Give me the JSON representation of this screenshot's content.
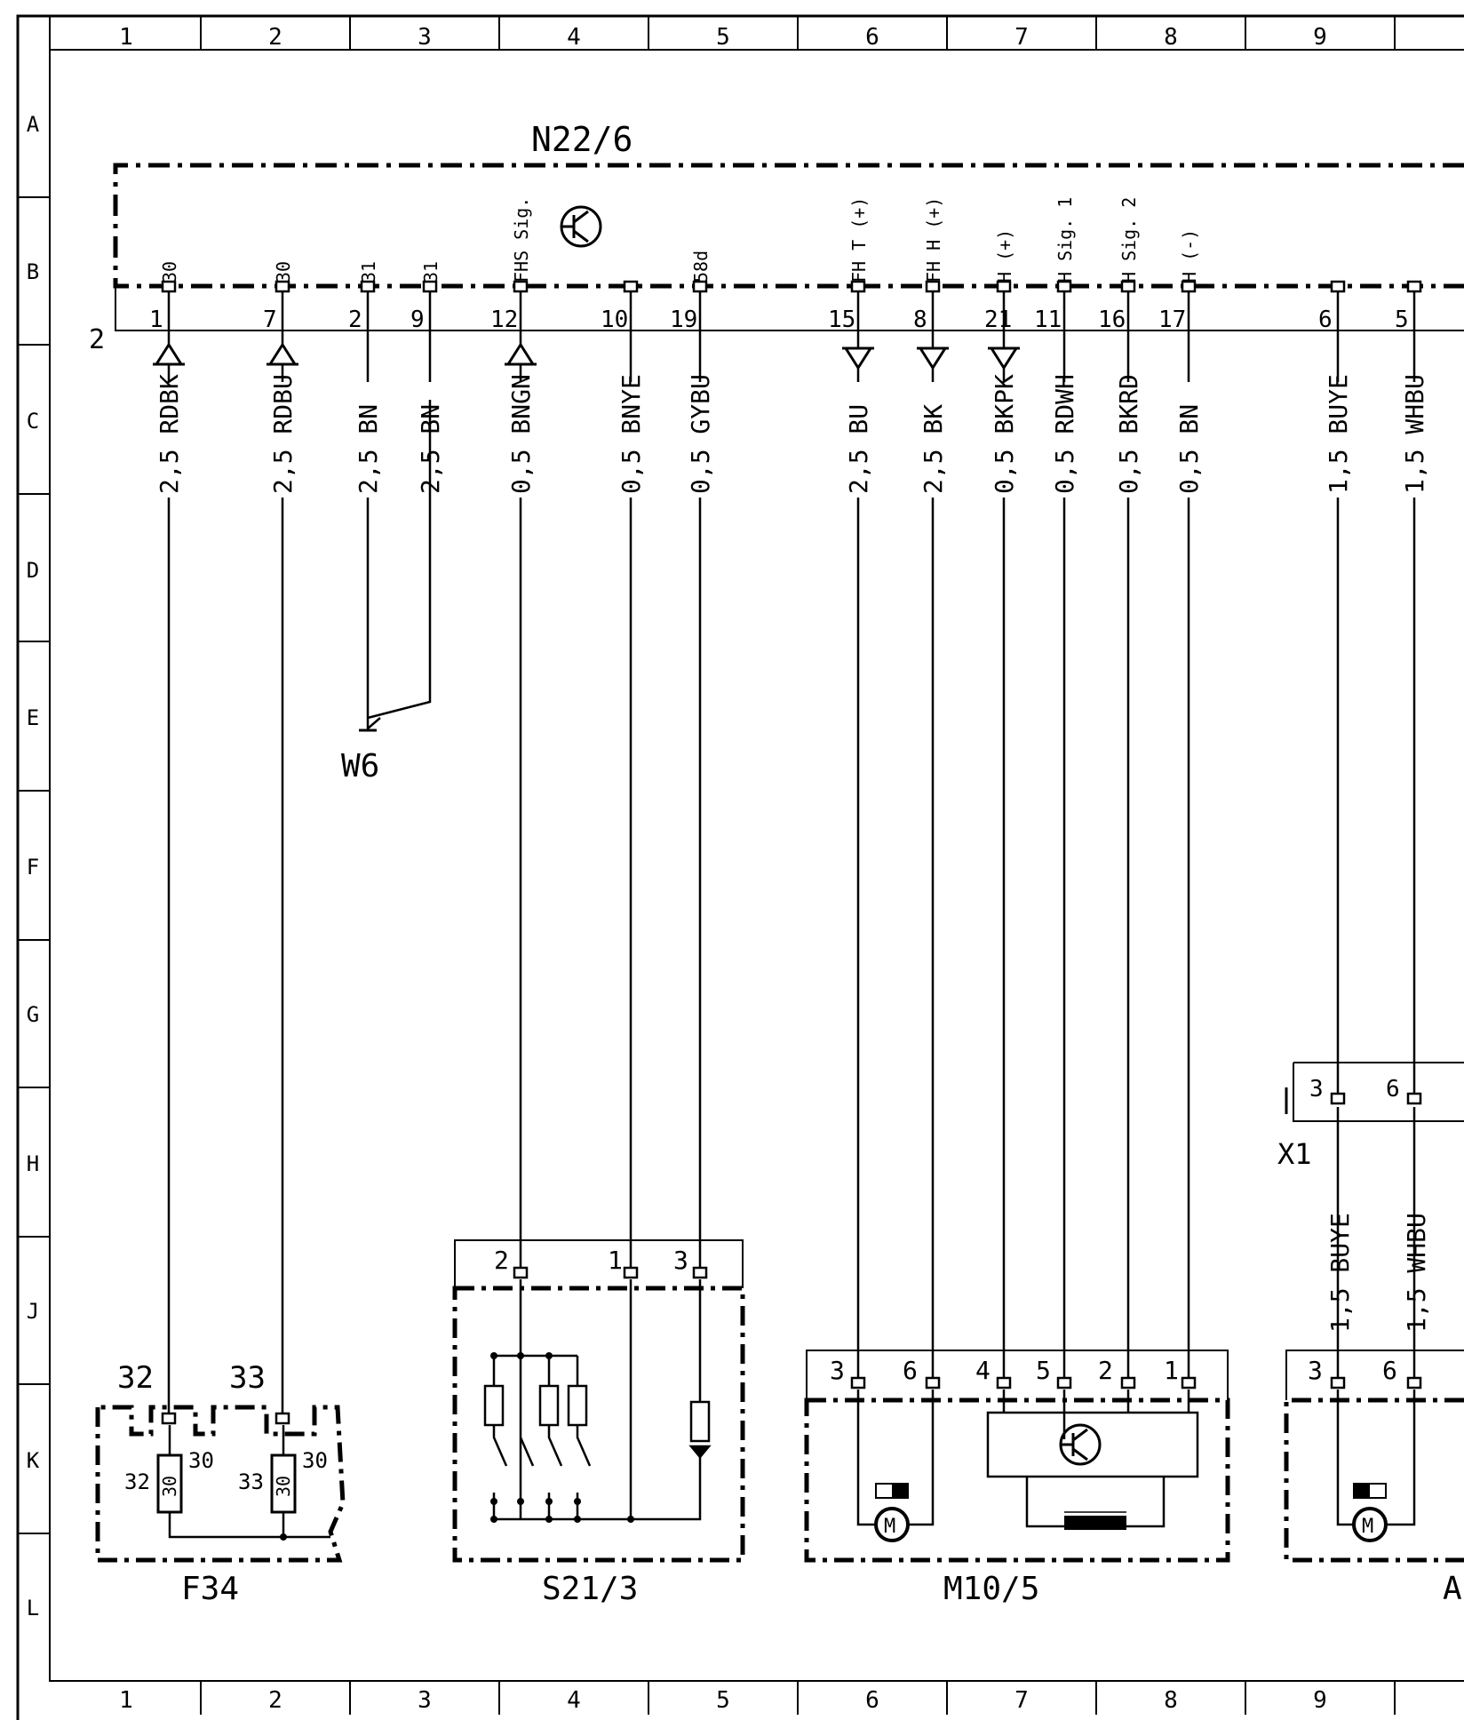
{
  "grid": {
    "columns": [
      "1",
      "2",
      "3",
      "4",
      "5",
      "6",
      "7",
      "8",
      "9"
    ],
    "rows": [
      "A",
      "B",
      "C",
      "D",
      "E",
      "F",
      "G",
      "H",
      "J",
      "K",
      "L"
    ]
  },
  "control_unit": {
    "label": "N22/6",
    "connector": "2",
    "transistor_label": "FHS Sig."
  },
  "pins": [
    {
      "num": "1",
      "sig": "30",
      "wire": "2,5 RDBK"
    },
    {
      "num": "7",
      "sig": "30",
      "wire": "2,5 RDBU"
    },
    {
      "num": "2",
      "sig": "31",
      "wire": "2,5 BN"
    },
    {
      "num": "9",
      "sig": "31",
      "wire": "2,5 BN"
    },
    {
      "num": "12",
      "sig": "FHS Sig.",
      "wire": "0,5 BNGN"
    },
    {
      "num": "10",
      "sig": "",
      "wire": "0,5 BNYE"
    },
    {
      "num": "19",
      "sig": "58d",
      "wire": "0,5 GYBU"
    },
    {
      "num": "15",
      "sig": "FH T (+)",
      "wire": "2,5 BU"
    },
    {
      "num": "8",
      "sig": "FH H (+)",
      "wire": "2,5 BK"
    },
    {
      "num": "21",
      "sig": "H (+)",
      "wire": "0,5 BKPK"
    },
    {
      "num": "11",
      "sig": "H Sig. 1",
      "wire": "0,5 RDWH"
    },
    {
      "num": "16",
      "sig": "H Sig. 2",
      "wire": "0,5 BKRD"
    },
    {
      "num": "17",
      "sig": "H (-)",
      "wire": "0,5 BN"
    },
    {
      "num": "6",
      "sig": "",
      "wire": "1,5 BUYE"
    },
    {
      "num": "5",
      "sig": "",
      "wire": "1,5 WHBU"
    }
  ],
  "ground": {
    "label": "W6"
  },
  "connector_x1": {
    "label": "X1",
    "pins": [
      "3",
      "6"
    ],
    "wires": [
      "1,5 BUYE",
      "1,5 WHBU"
    ]
  },
  "fusebox": {
    "label": "F34",
    "terminals": [
      "32",
      "33"
    ],
    "fuse_values": [
      "30",
      "30"
    ],
    "fuse_side": [
      "32",
      "33"
    ],
    "fuse_top": [
      "30",
      "30"
    ]
  },
  "switch": {
    "label": "S21/3",
    "pins": [
      "2",
      "1",
      "3"
    ]
  },
  "motor_m10": {
    "label": "M10/5",
    "pins": [
      "3",
      "6",
      "4",
      "5",
      "2",
      "1"
    ],
    "motor": "M"
  },
  "motor_right": {
    "label": "A",
    "pins": [
      "3",
      "6"
    ],
    "motor": "M"
  }
}
